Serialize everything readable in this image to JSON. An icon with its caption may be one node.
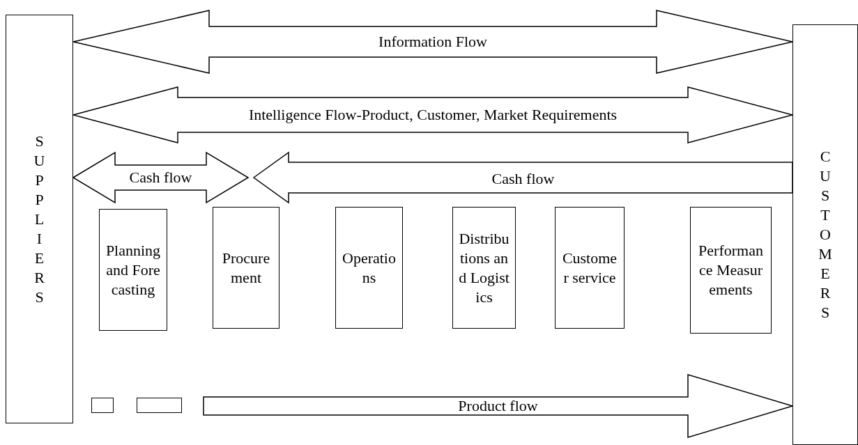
{
  "diagram": {
    "nodes": [
      {
        "text": [
          "SUPPLIERS"
        ]
      },
      {
        "text": [
          "CUSTOMERS"
        ]
      },
      {
        "text": [
          "Planning and Forecasting"
        ]
      },
      {
        "text": [
          "Procurement"
        ]
      },
      {
        "text": [
          "Operations"
        ]
      },
      {
        "text": [
          "Distributions and Logistics"
        ]
      },
      {
        "text": [
          "Customer service"
        ]
      },
      {
        "text": [
          "Performance Measurements"
        ]
      },
      {
        "text": [],
        "shape": "box"
      },
      {
        "text": [],
        "shape": "box"
      }
    ],
    "edges": [
      {
        "from": 0,
        "to": 1,
        "arrow": "both",
        "label": "Information Flow"
      },
      {
        "from": 0,
        "to": 1,
        "arrow": "both",
        "label": "Intelligence Flow-Product, Customer, Market Requirements"
      },
      {
        "from": 0,
        "to": null,
        "arrow": "both",
        "label": "Cash flow"
      },
      {
        "from": 1,
        "to": null,
        "arrow": "to",
        "label": "Cash flow"
      },
      {
        "from": null,
        "to": 1,
        "arrow": "to",
        "label": "Product flow"
      }
    ]
  }
}
